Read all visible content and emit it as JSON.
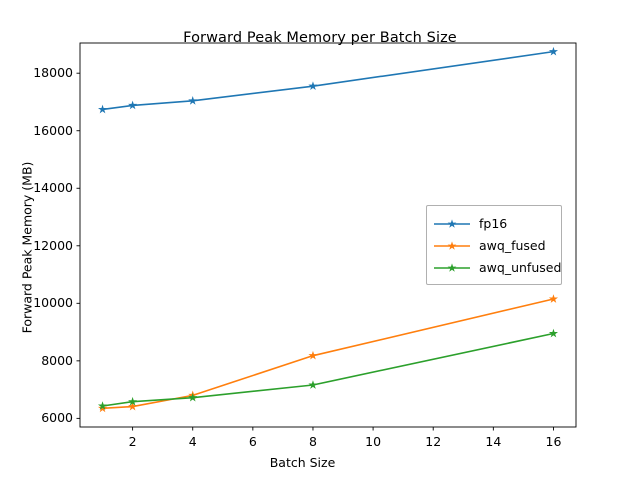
{
  "chart_data": {
    "type": "line",
    "title": "Forward Peak Memory per Batch Size",
    "xlabel": "Batch Size",
    "ylabel": "Forward Peak Memory (MB)",
    "x": [
      1,
      2,
      4,
      8,
      16
    ],
    "xlim": [
      0.25,
      16.75
    ],
    "ylim": [
      5700,
      19050
    ],
    "xticks": [
      2,
      4,
      6,
      8,
      10,
      12,
      14,
      16
    ],
    "xtick_labels": [
      "2",
      "4",
      "6",
      "8",
      "10",
      "12",
      "14",
      "16"
    ],
    "yticks": [
      6000,
      8000,
      10000,
      12000,
      14000,
      16000,
      18000
    ],
    "ytick_labels": [
      "6000",
      "8000",
      "10000",
      "12000",
      "14000",
      "16000",
      "18000"
    ],
    "grid": false,
    "legend_position": "center right",
    "marker": "star",
    "series": [
      {
        "name": "fp16",
        "color": "#1f77b4",
        "values": [
          16740,
          16880,
          17040,
          17550,
          18750
        ]
      },
      {
        "name": "awq_fused",
        "color": "#ff7f0e",
        "values": [
          6350,
          6410,
          6800,
          8180,
          10150
        ]
      },
      {
        "name": "awq_unfused",
        "color": "#2ca02c",
        "values": [
          6430,
          6580,
          6720,
          7160,
          8950
        ]
      }
    ]
  },
  "legend": {
    "entries": [
      {
        "label": "fp16"
      },
      {
        "label": "awq_fused"
      },
      {
        "label": "awq_unfused"
      }
    ]
  }
}
